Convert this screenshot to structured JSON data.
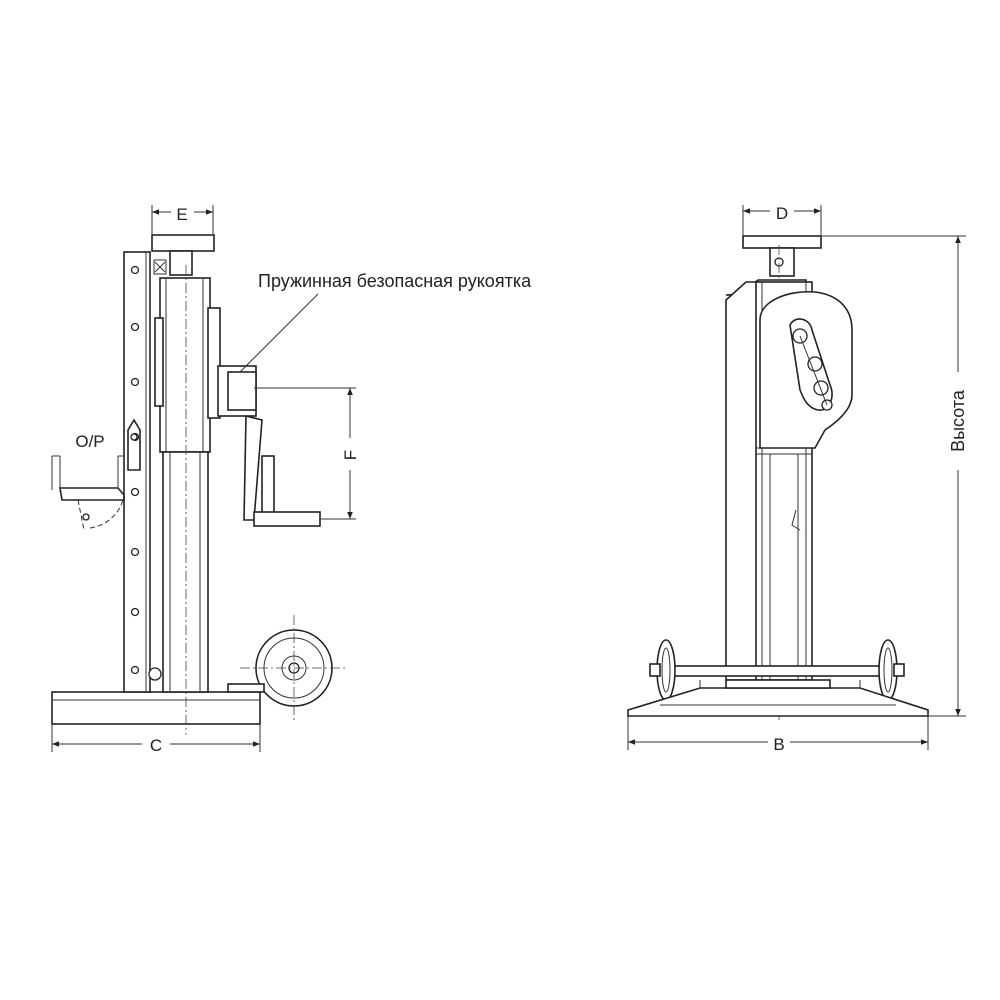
{
  "diagram": {
    "annotation": "Пружинная безопасная рукоятка",
    "dimensions": {
      "e": "E",
      "op": "O/P",
      "f": "F",
      "c": "C",
      "d": "D",
      "height": "Высота",
      "b": "B"
    }
  }
}
